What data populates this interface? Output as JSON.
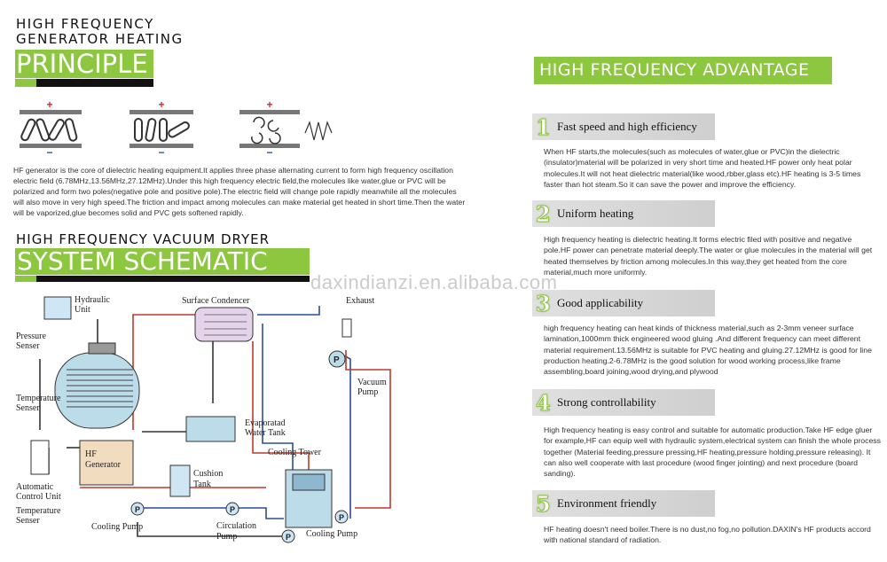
{
  "left": {
    "heading_line1": "HIGH  FREQUENCY",
    "heading_line2": "GENERATOR HEATING",
    "principle": "PRINCIPLE",
    "intro": "HF generator is the core of dielectric heating equipment.It applies three phase alternating current to form high frequency oscillation electric field (6.78MHz,13.56MHz,27.12MHz).Under this high frequency electric field,the molecules like water,glue or PVC will be polarized and form two poles(negative pole and positive pole).The electric field will change pole rapidly meanwhile all the molecules will also move in very high speed.The friction and impact among molecules can make material get heated in short time.Then the water will be vaporized,glue becomes solid and PVC gets softened rapidly.",
    "plus": "+",
    "minus": "−",
    "dryer_heading": "HIGH  FREQUENCY  VACUUM  DRYER",
    "schematic": "SYSTEM  SCHEMATIC",
    "diagram": {
      "hydraulic": [
        "Hydraulic",
        "Unit"
      ],
      "pressure": [
        "Pressure",
        "Senser"
      ],
      "temperature1": [
        "Temperature",
        "Senser"
      ],
      "automatic": [
        "Automatic",
        "Control Unit"
      ],
      "temperature2": [
        "Temperature",
        "Senser"
      ],
      "hf_generator": [
        "HF",
        "Generator"
      ],
      "surface_condencer": "Surface Condencer",
      "exhaust": "Exhaust",
      "vacuum_pump": [
        "Vacuum",
        "Pump"
      ],
      "evaporatad": [
        "Evaporatad",
        "Water Tank"
      ],
      "cushion": [
        "Cushion",
        "Tank"
      ],
      "cooling_tower": "Cooling Tower",
      "cooling_pump1": "Cooling Pump",
      "circulation": [
        "Circulation",
        "Pump"
      ],
      "cooling_pump2": "Cooling Pump",
      "pump_letter": "P"
    }
  },
  "watermark": "daxindianzi.en.alibaba.com",
  "right": {
    "heading": "HIGH  FREQUENCY  ADVANTAGE",
    "items": [
      {
        "num": "1",
        "title": "Fast speed and high efficiency",
        "text": "When HF starts,the molecules(such as molecules of water,glue or PVC)in the dielectric (insulator)material will be polarized in very short time and heated.HF power only heat polar molecules.It will not heat dielectric material(like wood,rbber,glass etc).HF heating is 3-5 times faster than hot steam.So it can save the power and improve the efficiency."
      },
      {
        "num": "2",
        "title": "Uniform heating",
        "text": "High frequency heating is dielectric heating.It forms electric filed with positive and negative pole.HF power can penetrate material deeply.The water or glue molecules in the material will get heated themselves by friction among molecules.In this way,they get heated from the core material,much more uniformly."
      },
      {
        "num": "3",
        "title": "Good applicability",
        "text": "high frequency heating can heat kinds of thickness material,such as 2-3mm veneer surface lamination,1000mm thick engineered wood gluing .And different frequency can meet different material requirement.13.56MHz is suitable for PVC heating and gluing.27.12MHz is good for line production heating.2-6.78MHz is the good solution for wood working process,like frame assembling,board joining,wood drying,and plywood"
      },
      {
        "num": "4",
        "title": "Strong controllability",
        "text": "High frequency heating is easy control and suitable for automatic production.Take HF edge gluer for example,HF can equip well with hydraulic system,electrical system can finish the whole process together (Material feeding,pressure pressing,HF heating,pressure holding,pressure releasing). It can also well cooperate with last procedure (wood finger jointing) and next  procedure (board sanding)."
      },
      {
        "num": "5",
        "title": "Environment friendly",
        "text": "HF heating doesn't need boiler.There is no dust,no fog,no pollution.DAXIN's HF products accord with national standard of radiation."
      }
    ]
  },
  "colors": {
    "accent": "#8dc63f",
    "bar": "#111111",
    "positive": "#d9262b",
    "negative": "#2450a0",
    "pipe_red": "#c0392b",
    "pipe_blue": "#2a4d9c"
  }
}
